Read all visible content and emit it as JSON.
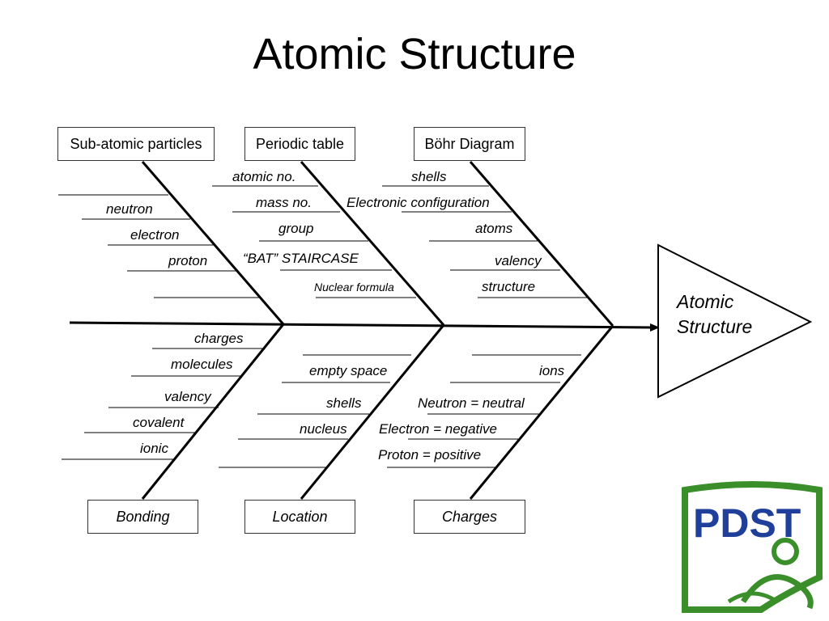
{
  "title": "Atomic Structure",
  "effect": {
    "line1": "Atomic",
    "line2": "Structure"
  },
  "categories": {
    "top": [
      {
        "name": "Sub-atomic particles",
        "items": [
          "neutron",
          "electron",
          "proton"
        ]
      },
      {
        "name": "Periodic table",
        "items": [
          "atomic no.",
          "mass no.",
          "group",
          "“BAT” STAIRCASE",
          "Nuclear formula"
        ]
      },
      {
        "name": "Böhr Diagram",
        "items": [
          "shells",
          "Electronic configuration",
          "atoms",
          "valency",
          "structure"
        ]
      }
    ],
    "bottom": [
      {
        "name": "Bonding",
        "items": [
          "charges",
          "molecules",
          "valency",
          "covalent",
          "ionic"
        ]
      },
      {
        "name": "Location",
        "items": [
          "empty space",
          "shells",
          "nucleus"
        ]
      },
      {
        "name": "Charges",
        "items": [
          "ions",
          "Neutron = neutral",
          "Electron = negative",
          "Proton = positive"
        ]
      }
    ]
  },
  "logo": {
    "text": "PDST",
    "colors": {
      "green": "#3a8f2a",
      "blue": "#1f3f9a"
    }
  },
  "colors": {
    "line": "#000000",
    "box_border": "#333333"
  }
}
